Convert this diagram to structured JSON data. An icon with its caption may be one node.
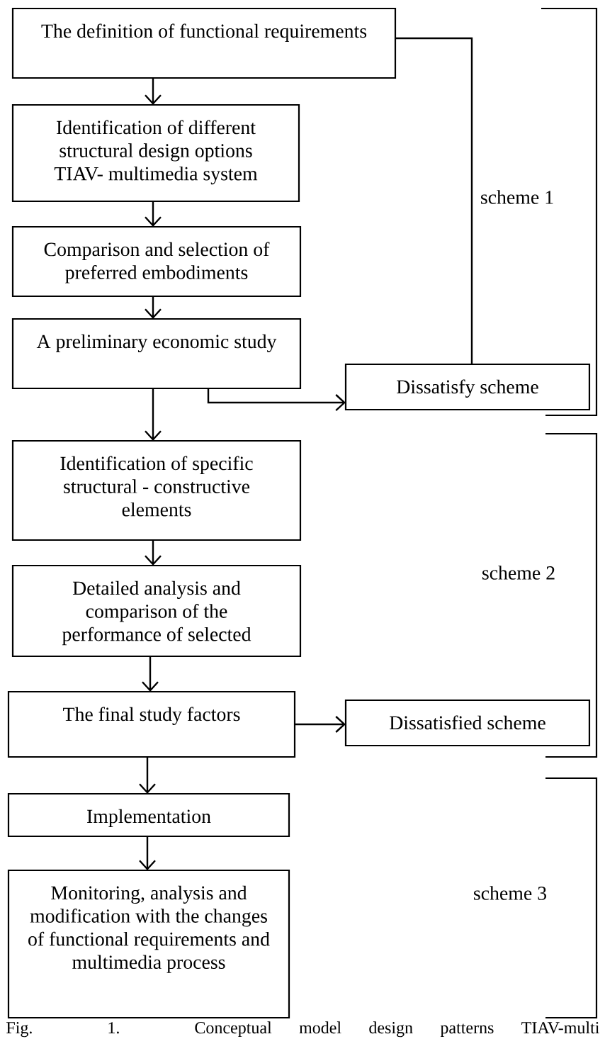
{
  "diagram": {
    "caption": "Fig. 1. Conceptual model design patterns TIAV-multi",
    "nodes": [
      {
        "text": [
          "The definition of functional requirements"
        ]
      },
      {
        "text": [
          "Identification of different structural design options TIAV- multimedia system"
        ]
      },
      {
        "text": [
          "Comparison and selection of preferred embodiments"
        ]
      },
      {
        "text": [
          "A preliminary economic study"
        ]
      },
      {
        "text": [
          "Dissatisfy scheme"
        ]
      },
      {
        "text": [
          "Identification of specific structural - constructive elements"
        ]
      },
      {
        "text": [
          "Detailed analysis and comparison of the performance of selected"
        ]
      },
      {
        "text": [
          "The final study factors"
        ]
      },
      {
        "text": [
          "Dissatisfied scheme"
        ]
      },
      {
        "text": [
          "Implementation"
        ]
      },
      {
        "text": [
          "Monitoring, analysis and modification with the changes of functional requirements and multimedia process"
        ]
      }
    ],
    "edges": [
      {
        "from": 0,
        "to": 1,
        "arrow": "to"
      },
      {
        "from": 0,
        "to": 4,
        "arrow": "none"
      },
      {
        "from": 1,
        "to": 2,
        "arrow": "to"
      },
      {
        "from": 2,
        "to": 3,
        "arrow": "to"
      },
      {
        "from": 3,
        "to": 5,
        "arrow": "to"
      },
      {
        "from": 3,
        "to": 4,
        "arrow": "to"
      },
      {
        "from": 5,
        "to": 6,
        "arrow": "to"
      },
      {
        "from": 6,
        "to": 7,
        "arrow": "to"
      },
      {
        "from": 7,
        "to": 8,
        "arrow": "to"
      },
      {
        "from": 7,
        "to": 9,
        "arrow": "to"
      },
      {
        "from": 9,
        "to": 10,
        "arrow": "to"
      }
    ],
    "labels": [
      "scheme 1",
      "scheme 2",
      "scheme 3"
    ]
  }
}
